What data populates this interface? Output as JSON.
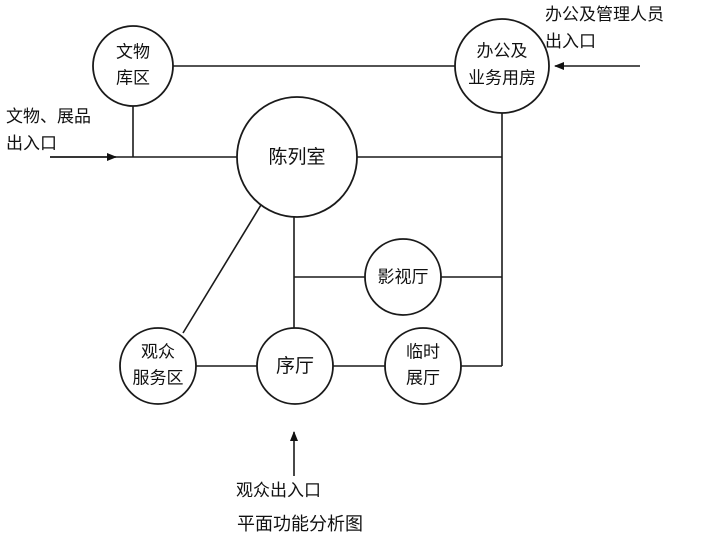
{
  "nodes": {
    "storage": {
      "line1": "文物",
      "line2": "库区"
    },
    "office": {
      "line1": "办公及",
      "line2": "业务用房"
    },
    "exhibit": {
      "label": "陈列室"
    },
    "av": {
      "label": "影视厅"
    },
    "service": {
      "line1": "观众",
      "line2": "服务区"
    },
    "lobby": {
      "label": "序厅"
    },
    "temp": {
      "line1": "临时",
      "line2": "展厅"
    }
  },
  "entrances": {
    "staff": {
      "line1": "办公及管理人员",
      "line2": "出入口"
    },
    "artifact": {
      "line1": "文物、展品",
      "line2": "出入口"
    },
    "visitor": {
      "label": "观众出入口"
    }
  },
  "caption": "平面功能分析图"
}
